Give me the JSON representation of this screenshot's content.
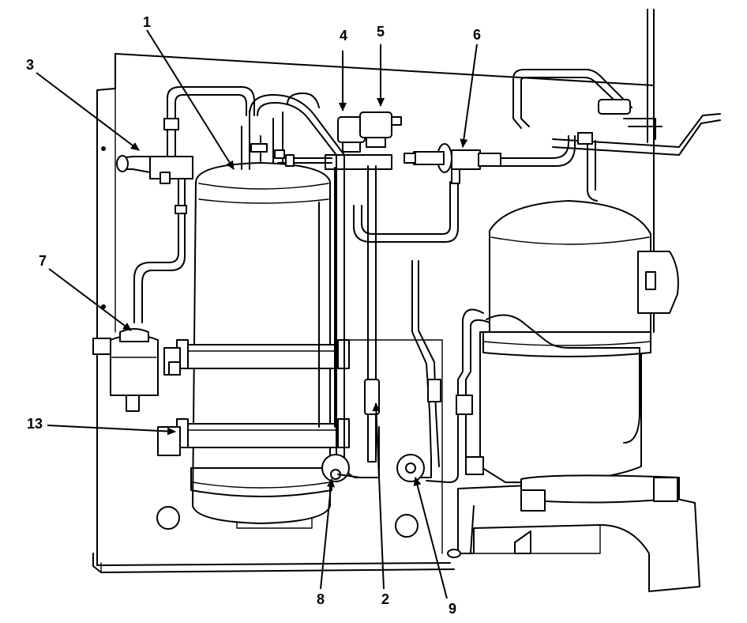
{
  "diagram": {
    "callouts": [
      {
        "id": "c1",
        "label": "1"
      },
      {
        "id": "c2",
        "label": "2"
      },
      {
        "id": "c3",
        "label": "3"
      },
      {
        "id": "c4",
        "label": "4"
      },
      {
        "id": "c5",
        "label": "5"
      },
      {
        "id": "c6",
        "label": "6"
      },
      {
        "id": "c7",
        "label": "7"
      },
      {
        "id": "c8",
        "label": "8"
      },
      {
        "id": "c9",
        "label": "9"
      },
      {
        "id": "c13",
        "label": "13"
      }
    ]
  }
}
